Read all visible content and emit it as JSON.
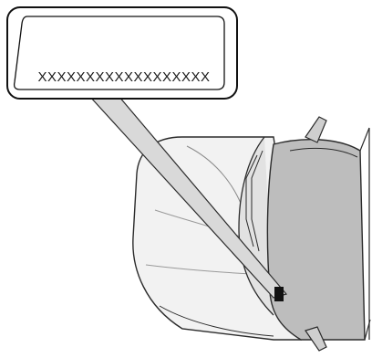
{
  "callout": {
    "label_text": "XXXXXXXXXXXXXXXXXX"
  },
  "colors": {
    "body_fill": "#f2f2f2",
    "body_shade": "#dcdcdc",
    "windshield": "#bdbdbd",
    "line": "#2b2b2b",
    "pointer": "#d9d9d9",
    "tag": "#111111"
  },
  "icons": {
    "car": "car-top-view-illustration",
    "tag": "vin-tag-marker"
  }
}
